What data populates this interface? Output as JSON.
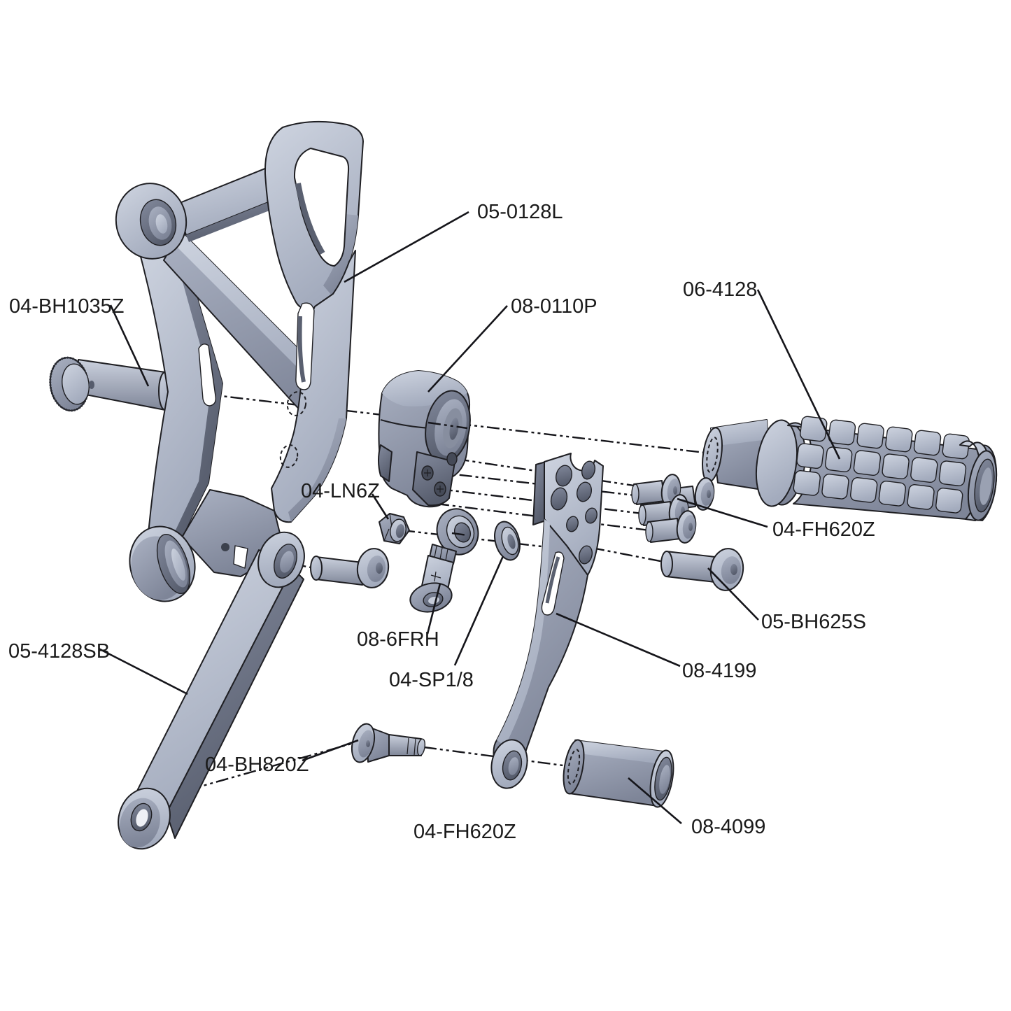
{
  "diagram": {
    "type": "exploded-parts-diagram",
    "background_color": "#ffffff",
    "outline_color": "#1f1f23",
    "label_color": "#1a1a1a",
    "metal_light": "#c7cdda",
    "metal_mid": "#9ba3b5",
    "metal_dark": "#6f7588",
    "labels": [
      {
        "text": "05-0128L",
        "part": "main-bracket"
      },
      {
        "text": "04-BH1035Z",
        "part": "shoulder-bolt"
      },
      {
        "text": "08-0110P",
        "part": "peg-clamp"
      },
      {
        "text": "06-4128",
        "part": "footpeg-grip"
      },
      {
        "text": "04-LN6Z",
        "part": "lock-nut"
      },
      {
        "text": "04-FH620Z",
        "part": "flat-head-screws"
      },
      {
        "text": "05-BH625S",
        "part": "button-head-bolt"
      },
      {
        "text": "08-6FRH",
        "part": "rod-end-joint"
      },
      {
        "text": "04-SP1/8",
        "part": "spacer-washer"
      },
      {
        "text": "08-4199",
        "part": "lever-arm"
      },
      {
        "text": "05-4128SB",
        "part": "link-arm"
      },
      {
        "text": "04-BH820Z",
        "part": "countersunk-bolt"
      },
      {
        "text": "04-FH620Z",
        "part": "flat-head-screw"
      },
      {
        "text": "08-4099",
        "part": "spacer-tube"
      }
    ]
  }
}
